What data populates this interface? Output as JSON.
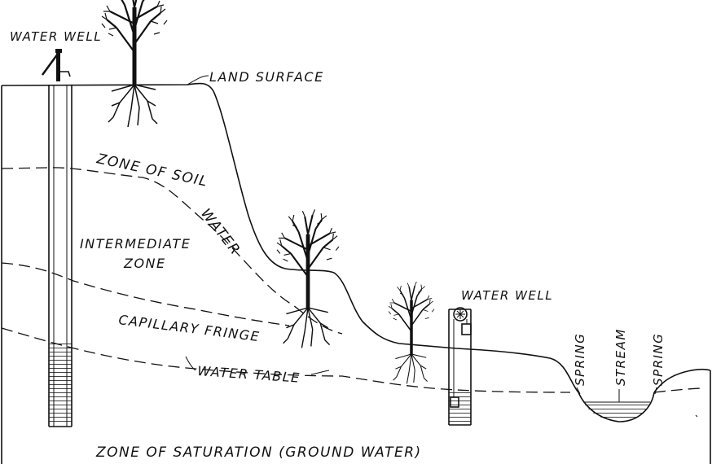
{
  "labels": {
    "water_well_left": "WATER WELL",
    "land_surface": "LAND SURFACE",
    "zone_soil_water": "ZONE OF SOIL WATER",
    "intermediate": "INTERMEDIATE",
    "zone": "ZONE",
    "capillary_fringe": "CAPILLARY FRINGE",
    "water_table": "WATER TABLE",
    "water_well_right": "WATER WELL",
    "spring_left": "SPRING",
    "stream": "STREAM",
    "spring_right": "SPRING",
    "zone_saturation": "ZONE OF SATURATION (GROUND WATER)"
  }
}
